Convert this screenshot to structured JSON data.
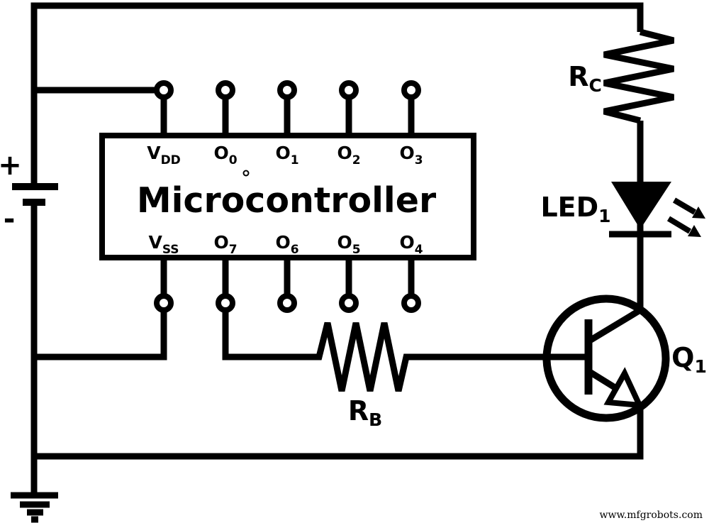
{
  "circuit": {
    "mcu": {
      "label": "Microcontroller",
      "top_pins": [
        {
          "main": "V",
          "sub": "DD"
        },
        {
          "main": "O",
          "sub": "0"
        },
        {
          "main": "O",
          "sub": "1"
        },
        {
          "main": "O",
          "sub": "2"
        },
        {
          "main": "O",
          "sub": "3"
        }
      ],
      "bottom_pins": [
        {
          "main": "V",
          "sub": "SS"
        },
        {
          "main": "O",
          "sub": "7"
        },
        {
          "main": "O",
          "sub": "6"
        },
        {
          "main": "O",
          "sub": "5"
        },
        {
          "main": "O",
          "sub": "4"
        }
      ]
    },
    "battery": {
      "positive_label": "+",
      "negative_label": "-"
    },
    "collector_resistor": {
      "main": "R",
      "sub": "C"
    },
    "base_resistor": {
      "main": "R",
      "sub": "B"
    },
    "led": {
      "main": "LED",
      "sub": "1"
    },
    "transistor": {
      "main": "Q",
      "sub": "1"
    },
    "watermark": "www.mfgrobots.com",
    "colors": {
      "line": "#000000",
      "background": "#ffffff"
    }
  }
}
